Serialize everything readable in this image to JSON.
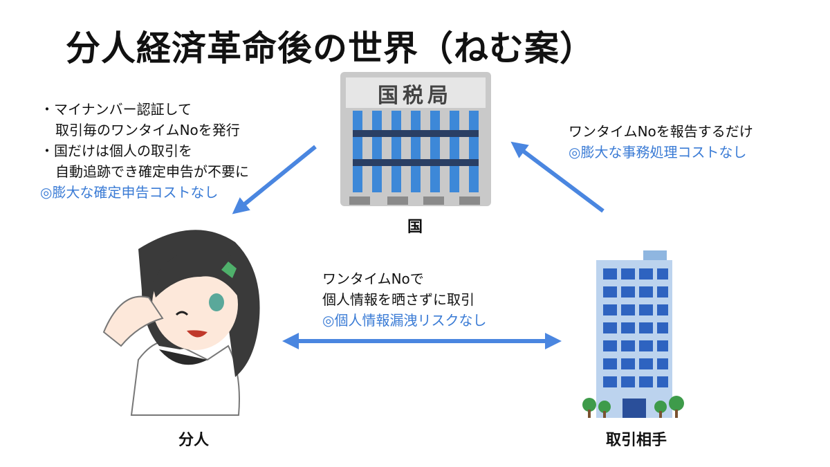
{
  "title": "分人経済革命後の世界（ねむ案）",
  "nodes": {
    "government": {
      "label": "国",
      "building_sign": "国税局"
    },
    "individual": {
      "label": "分人"
    },
    "counterparty": {
      "label": "取引相手"
    }
  },
  "notes": {
    "left": {
      "line1": "・マイナンバー認証して",
      "line2": "取引毎のワンタイムNoを発行",
      "line3": "・国だけは個人の取引を",
      "line4": "自動追跡でき確定申告が不要に",
      "benefit": "◎膨大な確定申告コストなし"
    },
    "right": {
      "line1": "ワンタイムNoを報告するだけ",
      "benefit": "◎膨大な事務処理コストなし"
    },
    "middle": {
      "line1": "ワンタイムNoで",
      "line2": "個人情報を晒さずに取引",
      "benefit": "◎個人情報漏洩リスクなし"
    }
  },
  "colors": {
    "arrow": "#4a86e0",
    "benefit_text": "#3a7bd5"
  }
}
